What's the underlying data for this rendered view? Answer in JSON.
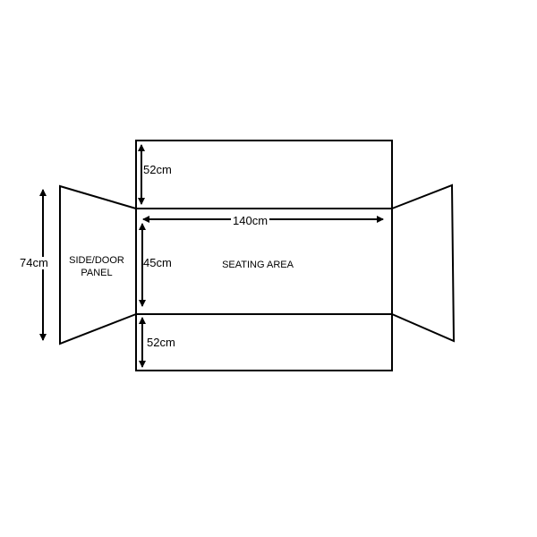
{
  "diagram": {
    "labels": {
      "top_depth": "52cm",
      "width": "140cm",
      "seat_depth": "45cm",
      "bottom_depth": "52cm",
      "panel_height": "74cm",
      "side_panel_line1": "SIDE/DOOR",
      "side_panel_line2": "PANEL",
      "seating_area": "SEATING AREA"
    },
    "stroke_color": "#000000"
  }
}
